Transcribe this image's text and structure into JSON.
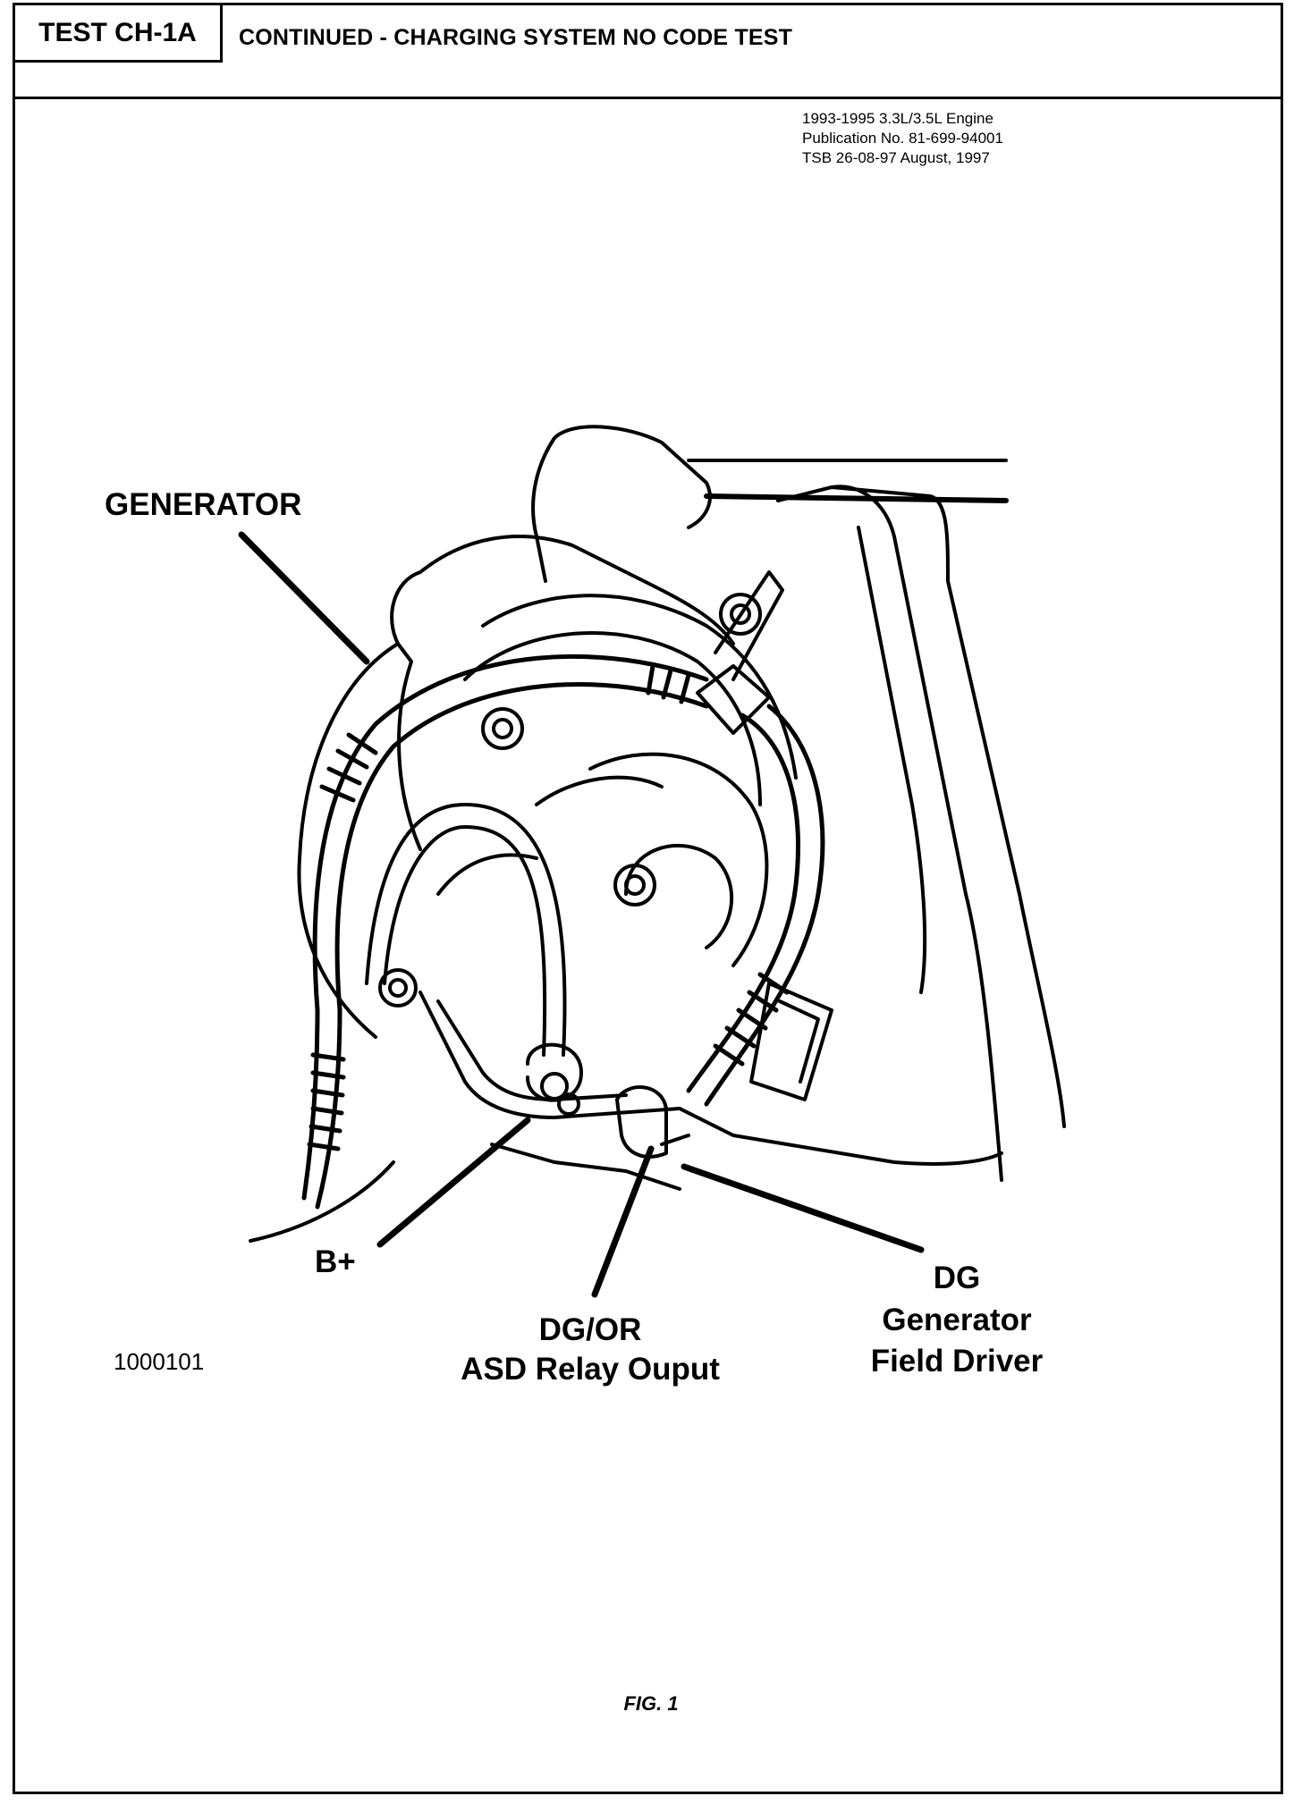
{
  "header": {
    "test_id": "TEST CH-1A",
    "title": "CONTINUED - CHARGING SYSTEM NO CODE TEST"
  },
  "publication": {
    "line1": "1993-1995 3.3L/3.5L Engine",
    "line2": "Publication No. 81-699-94001",
    "line3": "TSB 26-08-97   August, 1997"
  },
  "labels": {
    "generator": "GENERATOR",
    "b_plus": "B+",
    "dg_or": "DG/OR",
    "asd_relay": "ASD Relay Ouput",
    "dg": "DG",
    "generator_word": "Generator",
    "field_driver": "Field Driver"
  },
  "figure": {
    "id": "1000101",
    "caption": "FIG. 1"
  }
}
